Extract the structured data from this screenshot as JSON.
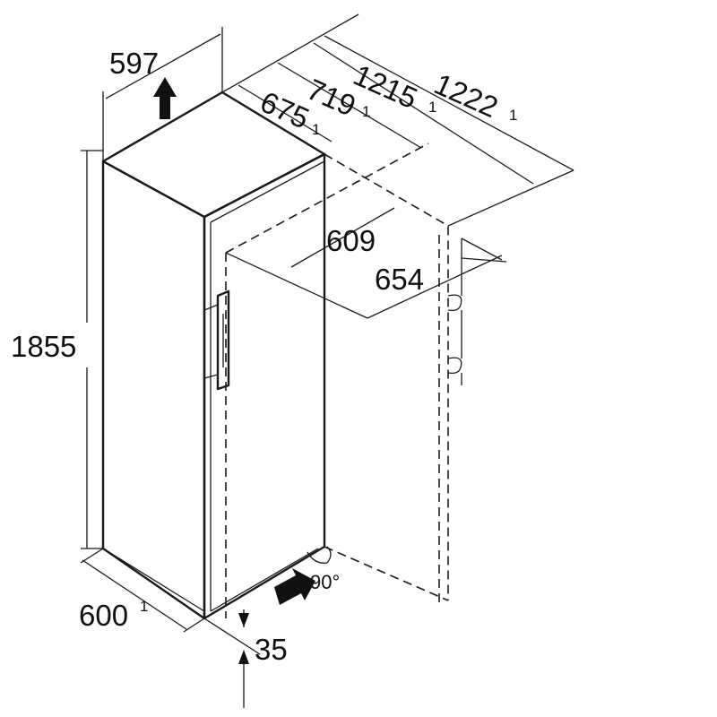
{
  "dimensions": {
    "width_top": "597",
    "depth_total_1": "1222",
    "depth_total_1_note": "1",
    "depth_open": "1215",
    "depth_open_note": "1",
    "depth_719": "719",
    "depth_719_note": "1",
    "depth_675": "675",
    "depth_675_note": "1",
    "depth_609": "609",
    "depth_654": "654",
    "height": "1855",
    "width_bottom": "600",
    "width_bottom_note": "1",
    "plinth": "35",
    "door_angle": "90°"
  }
}
